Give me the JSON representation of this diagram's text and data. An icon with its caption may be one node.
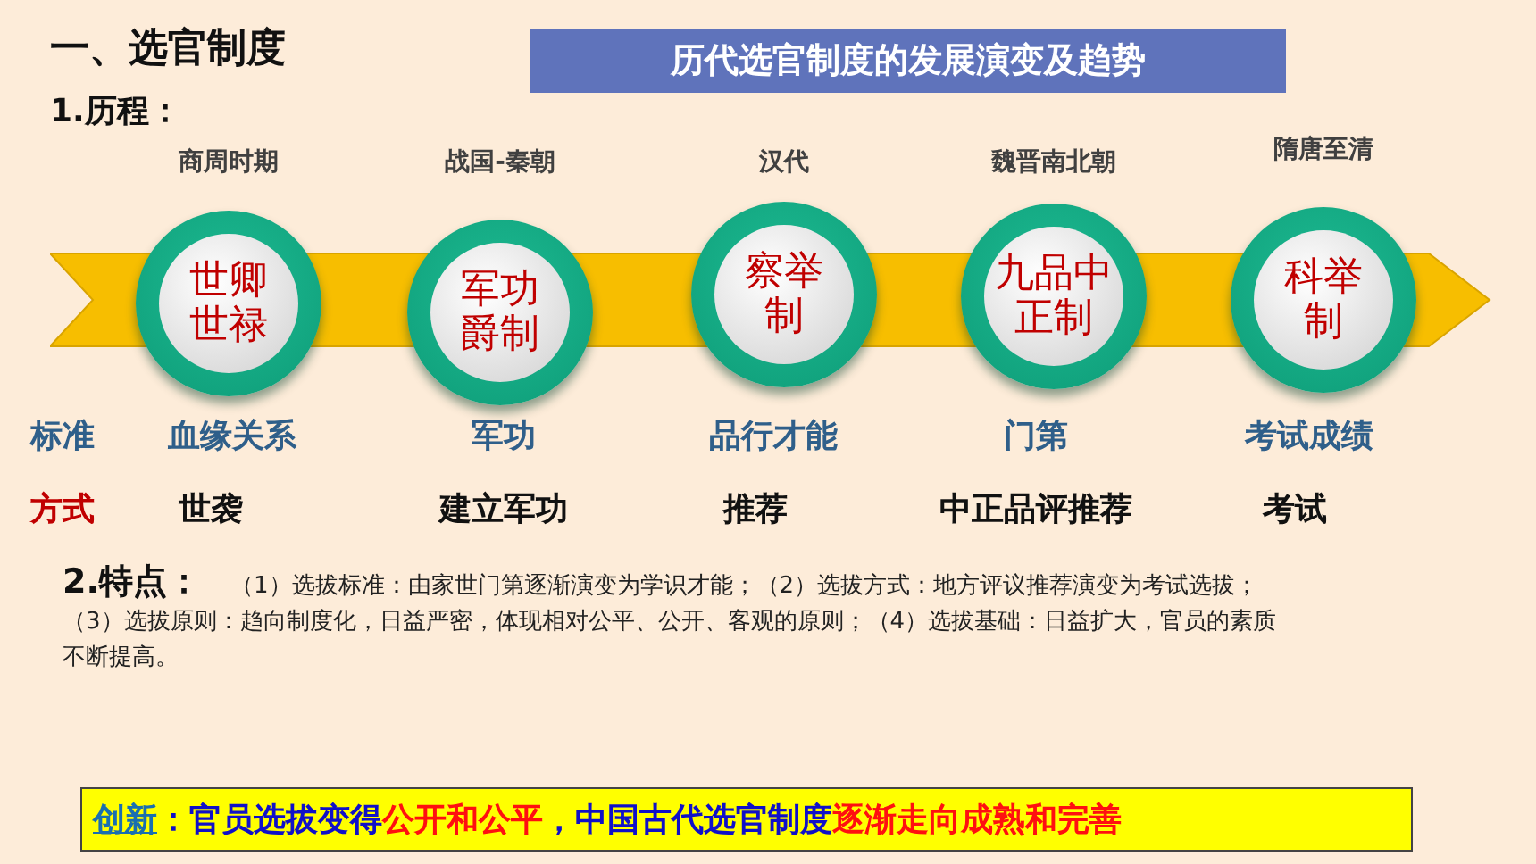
{
  "diagram": {
    "title": "一、选官制度",
    "nodes": [
      {
        "text": [
          "历代选官制度的发展演变及趋势"
        ]
      },
      {
        "text": [
          "世卿世禄"
        ],
        "beside": [
          "商周时期"
        ]
      },
      {
        "text": [
          "军功爵制"
        ],
        "beside": [
          "战国-秦朝"
        ]
      },
      {
        "text": [
          "察举制"
        ],
        "beside": [
          "汉代"
        ]
      },
      {
        "text": [
          "九品中正制"
        ],
        "beside": [
          "魏晋南北朝"
        ]
      },
      {
        "text": [
          "科举制"
        ],
        "beside": [
          "隋唐至清"
        ]
      },
      {
        "text": [
          "创新",
          "：官员选拔变得",
          "公开和公平",
          "，中国古代选官制度",
          "逐渐走向成熟和完善"
        ]
      }
    ],
    "labels": [
      "1.历程：",
      "标准",
      "血缘关系",
      "军功",
      "品行才能",
      "门第",
      "考试成绩",
      "方式",
      "世袭",
      "建立军功",
      "推荐",
      "中正品评推荐",
      "考试",
      "2.特点：",
      "（1）选拔标准：由家世门第逐渐演变为学识才能；（2）选拔方式：地方评议推荐演变为考试选拔；（3）选拔原则：趋向制度化，日益严密，体现相对公平、公开、客观的原则；（4）选拔基础：日益扩大，官员的素质不断提高。"
    ]
  }
}
